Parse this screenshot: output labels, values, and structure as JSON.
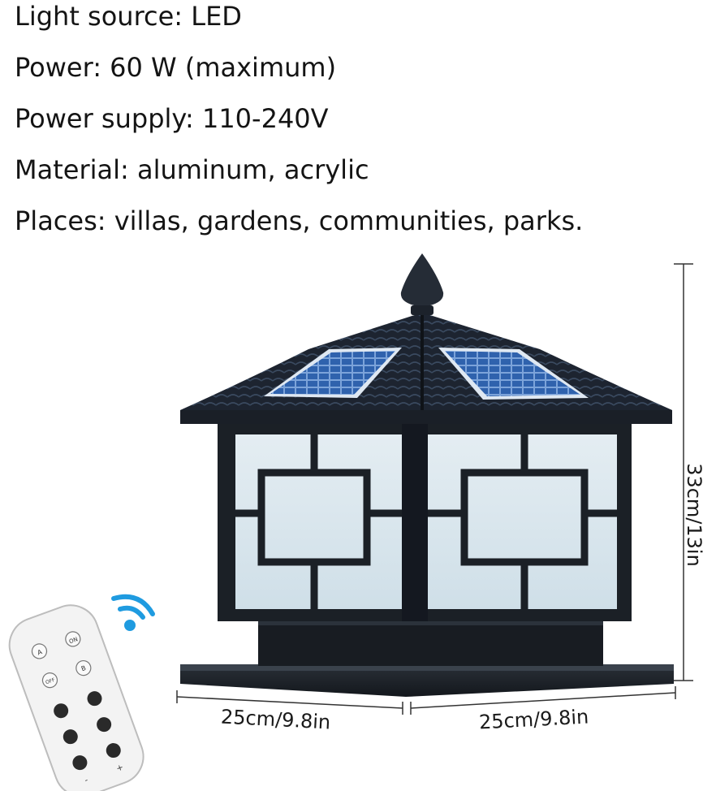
{
  "specs": [
    "Light source: LED",
    "Power: 60 W (maximum)",
    "Power supply: 110-240V",
    "Material: aluminum, acrylic",
    "Places: villas, gardens, communities, parks."
  ],
  "dimensions": {
    "height": "33cm/13in",
    "width_left": "25cm/9.8in",
    "width_right": "25cm/9.8in"
  },
  "remote": {
    "buttons": [
      "A",
      "ON",
      "OFF",
      "B",
      "+",
      "-"
    ]
  },
  "colors": {
    "lamp_body": "#1b2026",
    "glass": "#dbe8ef",
    "solar": "#2d5fa8",
    "signal": "#1f9be0"
  }
}
